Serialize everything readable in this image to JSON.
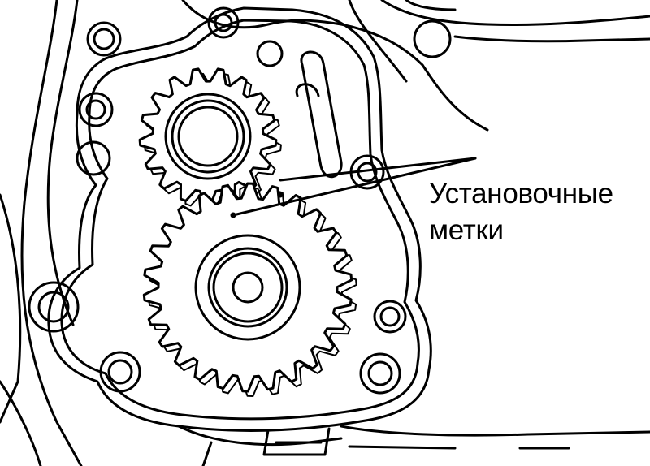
{
  "labels": {
    "callout_line1": "Установочные",
    "callout_line2": "метки"
  },
  "colors": {
    "ink": "#000000",
    "paper": "#ffffff"
  },
  "figure": {
    "subject": "oil pump drive gears with alignment marks",
    "gear_small_teeth": 17,
    "gear_large_teeth": 26
  }
}
